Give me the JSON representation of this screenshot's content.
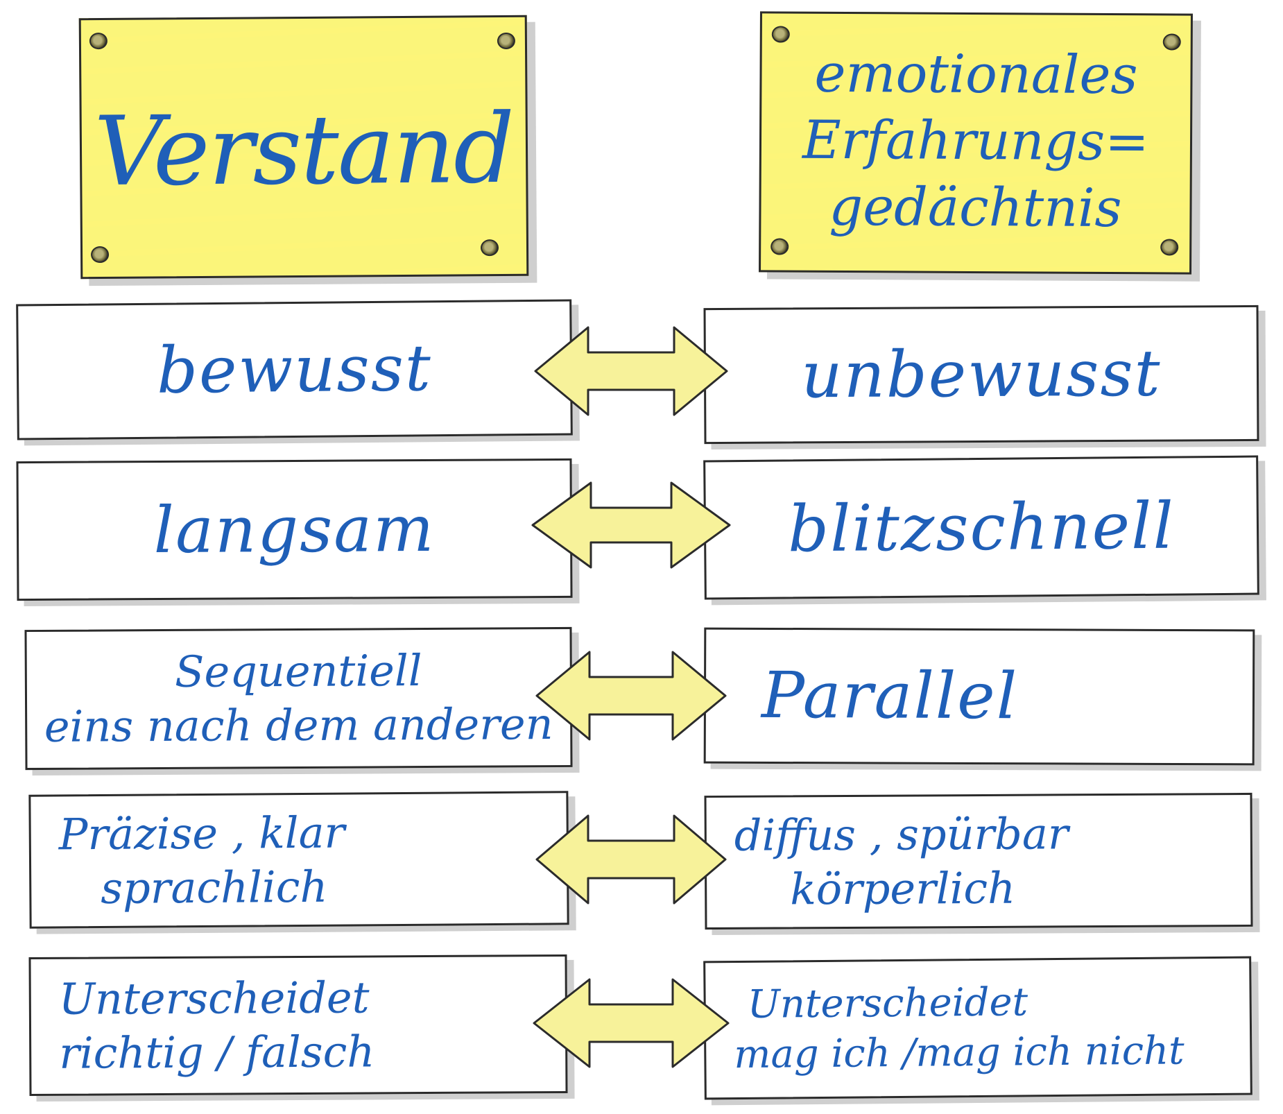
{
  "headers": {
    "left": "Verstand",
    "right_lines": [
      "emotionales",
      "Erfahrungs=",
      "gedächtnis"
    ]
  },
  "rows": [
    {
      "left_lines": [
        "bewusst"
      ],
      "right_lines": [
        "unbewusst"
      ]
    },
    {
      "left_lines": [
        "langsam"
      ],
      "right_lines": [
        "blitzschnell"
      ]
    },
    {
      "left_lines": [
        "Sequentiell",
        "eins nach dem anderen"
      ],
      "right_lines": [
        "Parallel"
      ]
    },
    {
      "left_lines": [
        "Präzise , klar",
        "sprachlich"
      ],
      "right_lines": [
        "diffus , spürbar",
        "körperlich"
      ]
    },
    {
      "left_lines": [
        "Unterscheidet",
        "richtig / falsch"
      ],
      "right_lines": [
        "Unterscheidet",
        "mag ich /mag ich nicht"
      ]
    }
  ],
  "colors": {
    "ink": "#1f5fb8",
    "note_yellow": "#fbf57a",
    "arrow_fill": "#f7f29a",
    "outline": "#2b2b2b",
    "shadow": "#cfcfcf"
  }
}
